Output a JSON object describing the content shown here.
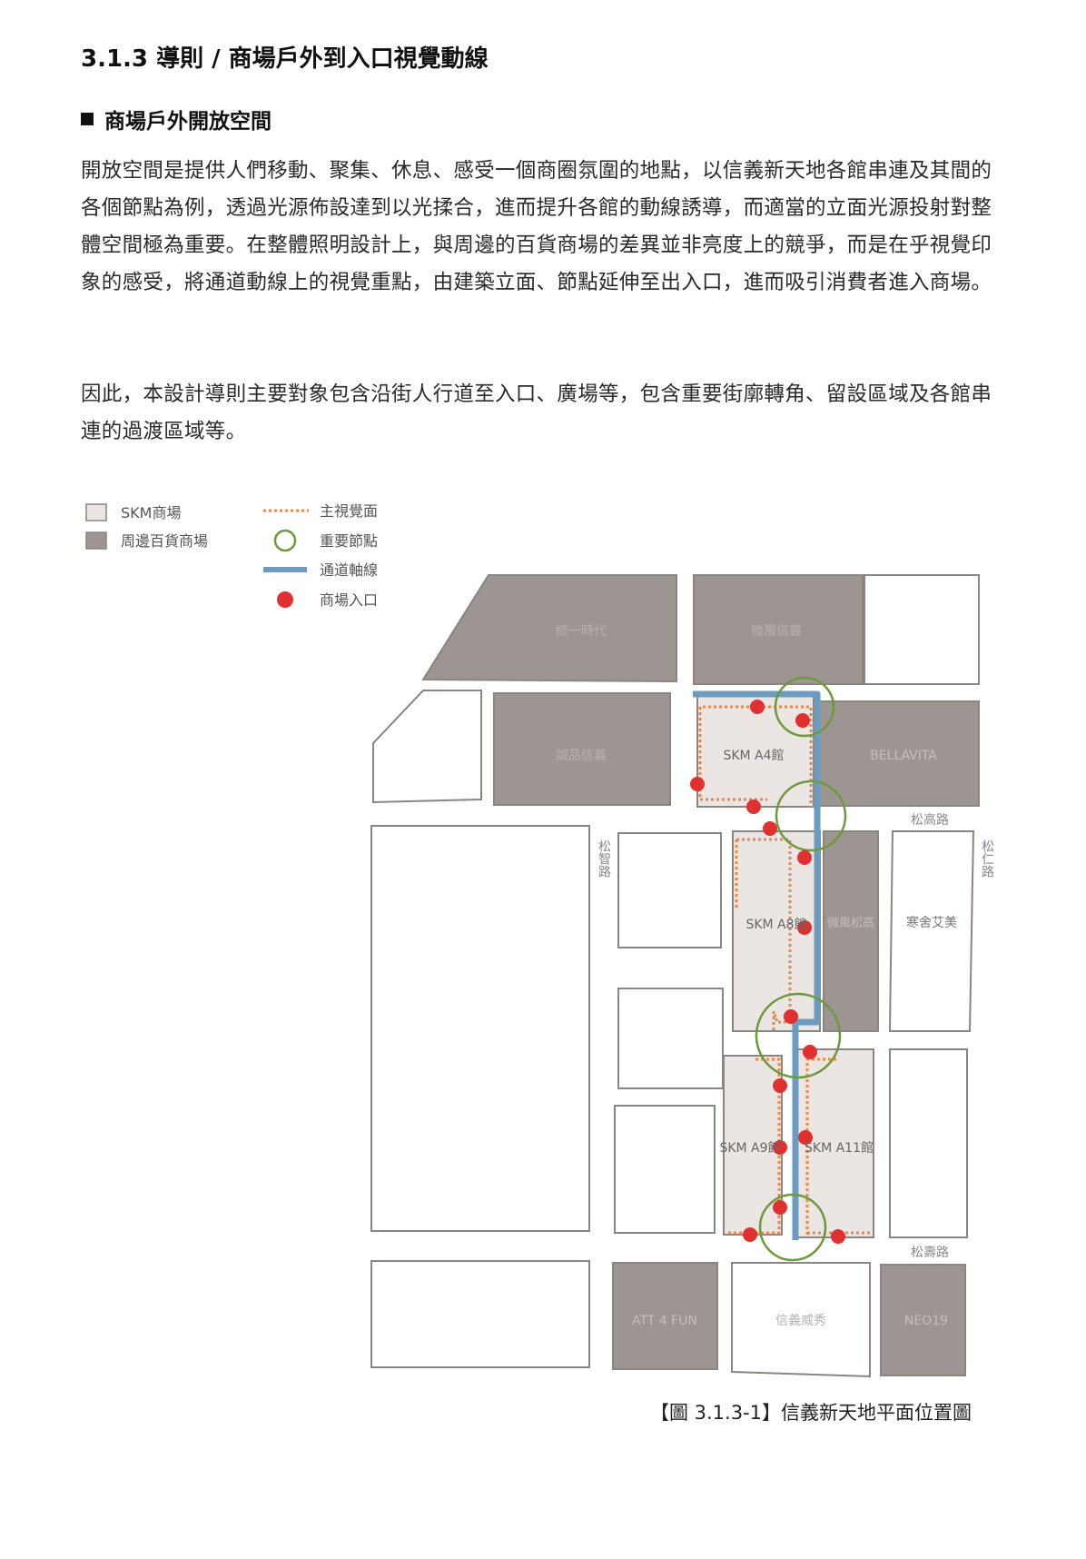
{
  "heading": "3.1.3 導則 / 商場戶外到入口視覺動線",
  "subheading": "商場戶外開放空間",
  "paragraphs": [
    "開放空間是提供人們移動、聚集、休息、感受一個商圈氛圍的地點，以信義新天地各館串連及其間的各個節點為例，透過光源佈設達到以光揉合，進而提升各館的動線誘導，而適當的立面光源投射對整體空間極為重要。在整體照明設計上，與周邊的百貨商場的差異並非亮度上的競爭，而是在乎視覺印象的感受，將通道動線上的視覺重點，由建築立面、節點延伸至出入口，進而吸引消費者進入商場。",
    "因此，本設計導則主要對象包含沿街人行道至入口、廣場等，包含重要街廓轉角、留設區域及各館串連的過渡區域等。"
  ],
  "legend": {
    "skm_mall": "SKM商場",
    "nearby_mall": "周邊百貨商場",
    "main_view": "主視覺面",
    "key_node": "重要節點",
    "axis": "通道軸線",
    "entrance": "商場入口"
  },
  "buildings": {
    "tongyi": "統一時代",
    "weifeng_xinyi": "微風信義",
    "eslite": "誠品信義",
    "skm_a4": "SKM A4館",
    "bellavita": "BELLAVITA",
    "skm_a8": "SKM A8館",
    "weifeng_songgao": "微風松高",
    "saintmoritz": "寒舍艾美",
    "skm_a9": "SKM A9館",
    "skm_a11": "SKM A11館",
    "att4fun": "ATT 4 FUN",
    "xinyi_vieshow": "信義威秀",
    "neo19": "NEO19"
  },
  "roads": {
    "songgao": "松高路",
    "songzhi": "松智路",
    "songren": "松仁路",
    "songshou": "松壽路"
  },
  "colors": {
    "skm_fill": "#ebe6e3",
    "nearby_fill": "#9c9591",
    "view_line": "#e8894a",
    "node_ring": "#6b9a3a",
    "axis_line": "#6b9cbf",
    "entrance_dot": "#e03030"
  },
  "caption": "【圖 3.1.3-1】信義新天地平面位置圖"
}
